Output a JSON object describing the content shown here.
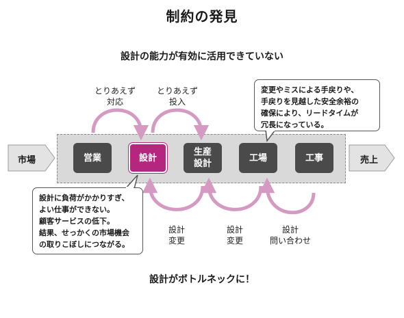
{
  "title": "制約の発見",
  "subtitle": "設計の能力が有効に活用できていない",
  "footer": "設計がボトルネックに！",
  "start_label": "市場",
  "end_label": "売上",
  "steps": [
    "営業",
    "設計",
    "生産\n設計",
    "工場",
    "工事"
  ],
  "top_flows": [
    "とりあえず\n対応",
    "とりあえず\n投入"
  ],
  "bottom_flows": [
    "設計\n変更",
    "設計\n変更",
    "設計\n問い合わせ"
  ],
  "callout_left": "設計に負荷がかかりすぎ、\nよい仕事ができない。\n顧客サービスの低下。\n結果、せっかくの市場機会\nの取りこぼしにつながる。",
  "callout_right": "変更やミスによる手戻りや、\n手戻りを見越した安全余裕の\n確保により、リードタイムが\n冗長になっている。",
  "colors": {
    "accent": "#b5277e",
    "flow_arrow": "#d49ac2",
    "box": "#4a4a4a",
    "panel": "#d9d9d9",
    "side_arrow": "#e3e3e3"
  }
}
